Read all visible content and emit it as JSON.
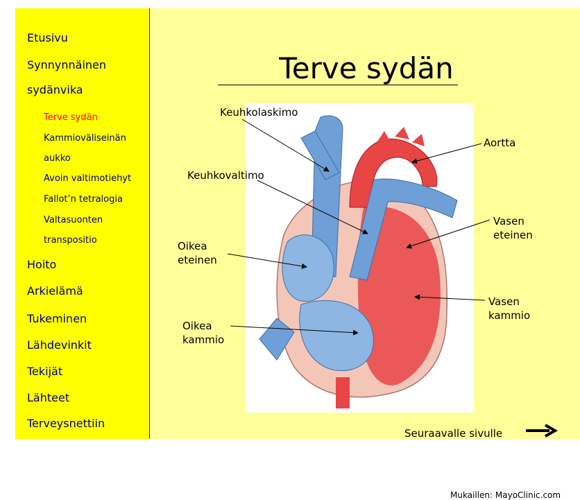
{
  "sidebar": {
    "top_items": [
      "Etusivu",
      "Synnynnäinen",
      "sydänvika"
    ],
    "sub_items": [
      "Terve sydän",
      "Kammioväliseinän",
      "aukko",
      "Avoin valtimotiehyt",
      "Fallot’n tetralogia",
      "Valtasuonten",
      "transpositio"
    ],
    "active_sub_item": "Terve sydän",
    "bottom_items": [
      "Hoito",
      "Arkielämä",
      "Tukeminen",
      "Lähdevinkit",
      "Tekijät",
      "Lähteet",
      "Terveysnettiin"
    ]
  },
  "main": {
    "title": "Terve sydän",
    "labels": {
      "keuhkolaskimo": "Keuhkolaskimo",
      "aortta": "Aortta",
      "keuhkovaltimo": "Keuhkovaltimo",
      "vasen_eteinen": [
        "Vasen",
        "eteinen"
      ],
      "oikea_eteinen": [
        "Oikea",
        "eteinen"
      ],
      "vasen_kammio": [
        "Vasen",
        "kammio"
      ],
      "oikea_kammio": [
        "Oikea",
        "kammio"
      ]
    },
    "credit": "Mukaillen: MayoClinic.com",
    "next_link": "Seuraavalle sivulle"
  },
  "colors": {
    "sidebar_bg": "#ffff00",
    "main_bg": "#ffff99",
    "nav_link": "#000080",
    "active_link": "#ff0000",
    "vessel_blue": "#6e9fd6",
    "vessel_red": "#e84545",
    "tissue_pink": "#f4c6b8"
  }
}
